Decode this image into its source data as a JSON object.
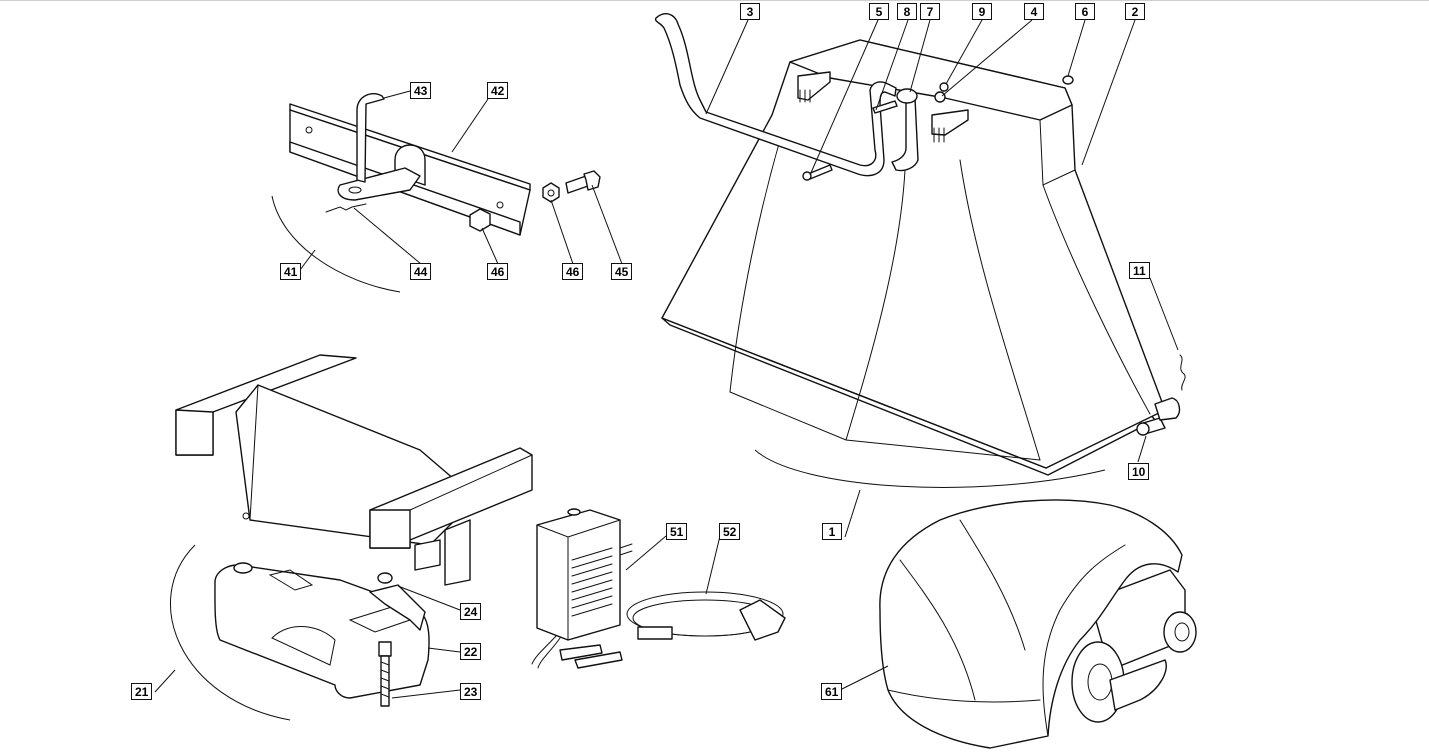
{
  "labels": {
    "l1": "1",
    "l2": "2",
    "l3": "3",
    "l4": "4",
    "l5": "5",
    "l6": "6",
    "l7": "7",
    "l8": "8",
    "l9": "9",
    "l10": "10",
    "l11": "11",
    "l21": "21",
    "l22": "22",
    "l23": "23",
    "l24": "24",
    "l41": "41",
    "l42": "42",
    "l43": "43",
    "l44": "44",
    "l45": "45",
    "l46a": "46",
    "l46b": "46",
    "l51": "51",
    "l52": "52",
    "l61": "61"
  }
}
